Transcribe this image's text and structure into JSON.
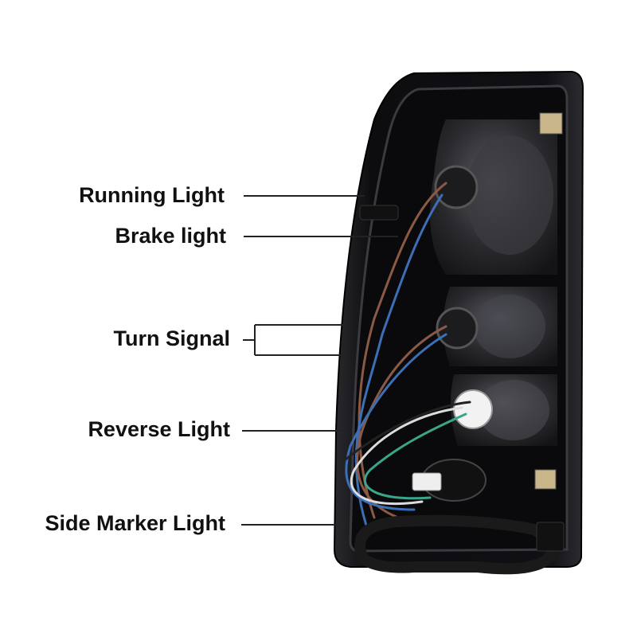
{
  "labels": {
    "running_light": "Running Light",
    "brake_light": "Brake light",
    "turn_signal": "Turn Signal",
    "reverse_light": "Reverse Light",
    "side_marker_light": "Side Marker Light"
  },
  "colors": {
    "text": "#111111",
    "leader_line": "#222222",
    "housing": "#0b0b0d",
    "wire_brown": "#8a5a44",
    "wire_blue": "#3c6fb5",
    "wire_green": "#3aa58a",
    "wire_white": "#e8e8e8",
    "harness": "#1a1a1a"
  }
}
